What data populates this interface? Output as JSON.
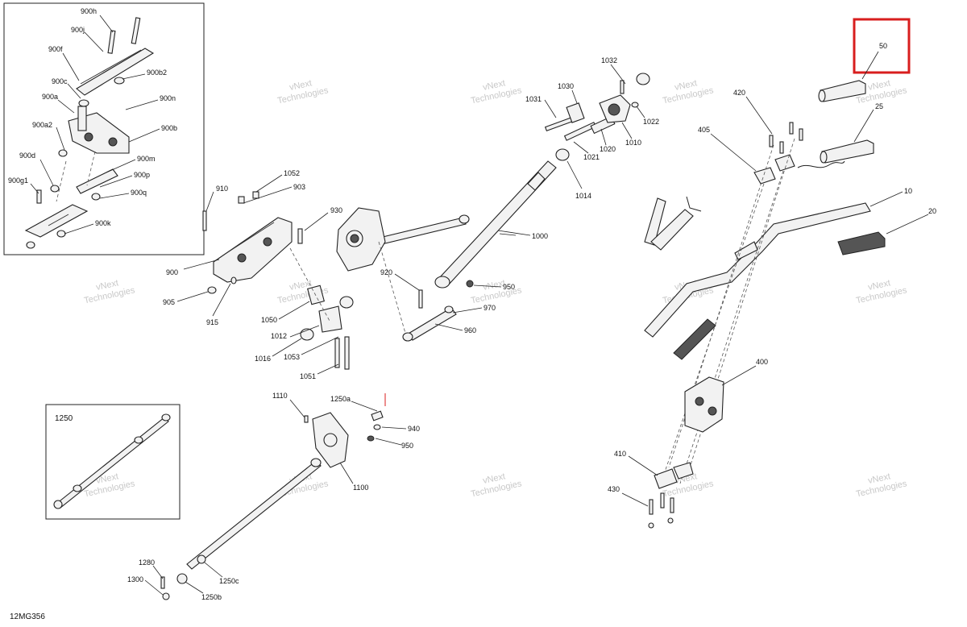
{
  "diagram_code": "12MG356",
  "watermark": {
    "line1": "vNext",
    "line2": "Technologies"
  },
  "inset_1250_title": "1250",
  "callouts": {
    "c900h": "900h",
    "c900j": "900j",
    "c900f": "900f",
    "c900c": "900c",
    "c900a": "900a",
    "c900b2": "900b2",
    "c900n": "900n",
    "c900a2": "900a2",
    "c900b": "900b",
    "c900d": "900d",
    "c900m": "900m",
    "c900g1": "900g1",
    "c900p": "900p",
    "c900q": "900q",
    "c900k": "900k",
    "c1032": "1032",
    "c1030": "1030",
    "c1031": "1031",
    "c1022": "1022",
    "c1010": "1010",
    "c1020": "1020",
    "c1021": "1021",
    "c1014": "1014",
    "c1052": "1052",
    "c910": "910",
    "c903": "903",
    "c930": "930",
    "c1000": "1000",
    "c900": "900",
    "c905": "905",
    "c915": "915",
    "c920": "920",
    "c950": "950",
    "c970": "970",
    "c1050": "1050",
    "c1012": "1012",
    "c960": "960",
    "c1016": "1016",
    "c1053": "1053",
    "c1051": "1051",
    "c1110": "1110",
    "c1250a": "1250a",
    "c940": "940",
    "c950b": "950",
    "c1100": "1100",
    "c1280": "1280",
    "c1300": "1300",
    "c1250c": "1250c",
    "c1250b": "1250b",
    "c50": "50",
    "c25": "25",
    "c420": "420",
    "c405": "405",
    "c10": "10",
    "c20": "20",
    "c400": "400",
    "c410": "410",
    "c430": "430"
  },
  "highlight_color": "#d81e1e"
}
